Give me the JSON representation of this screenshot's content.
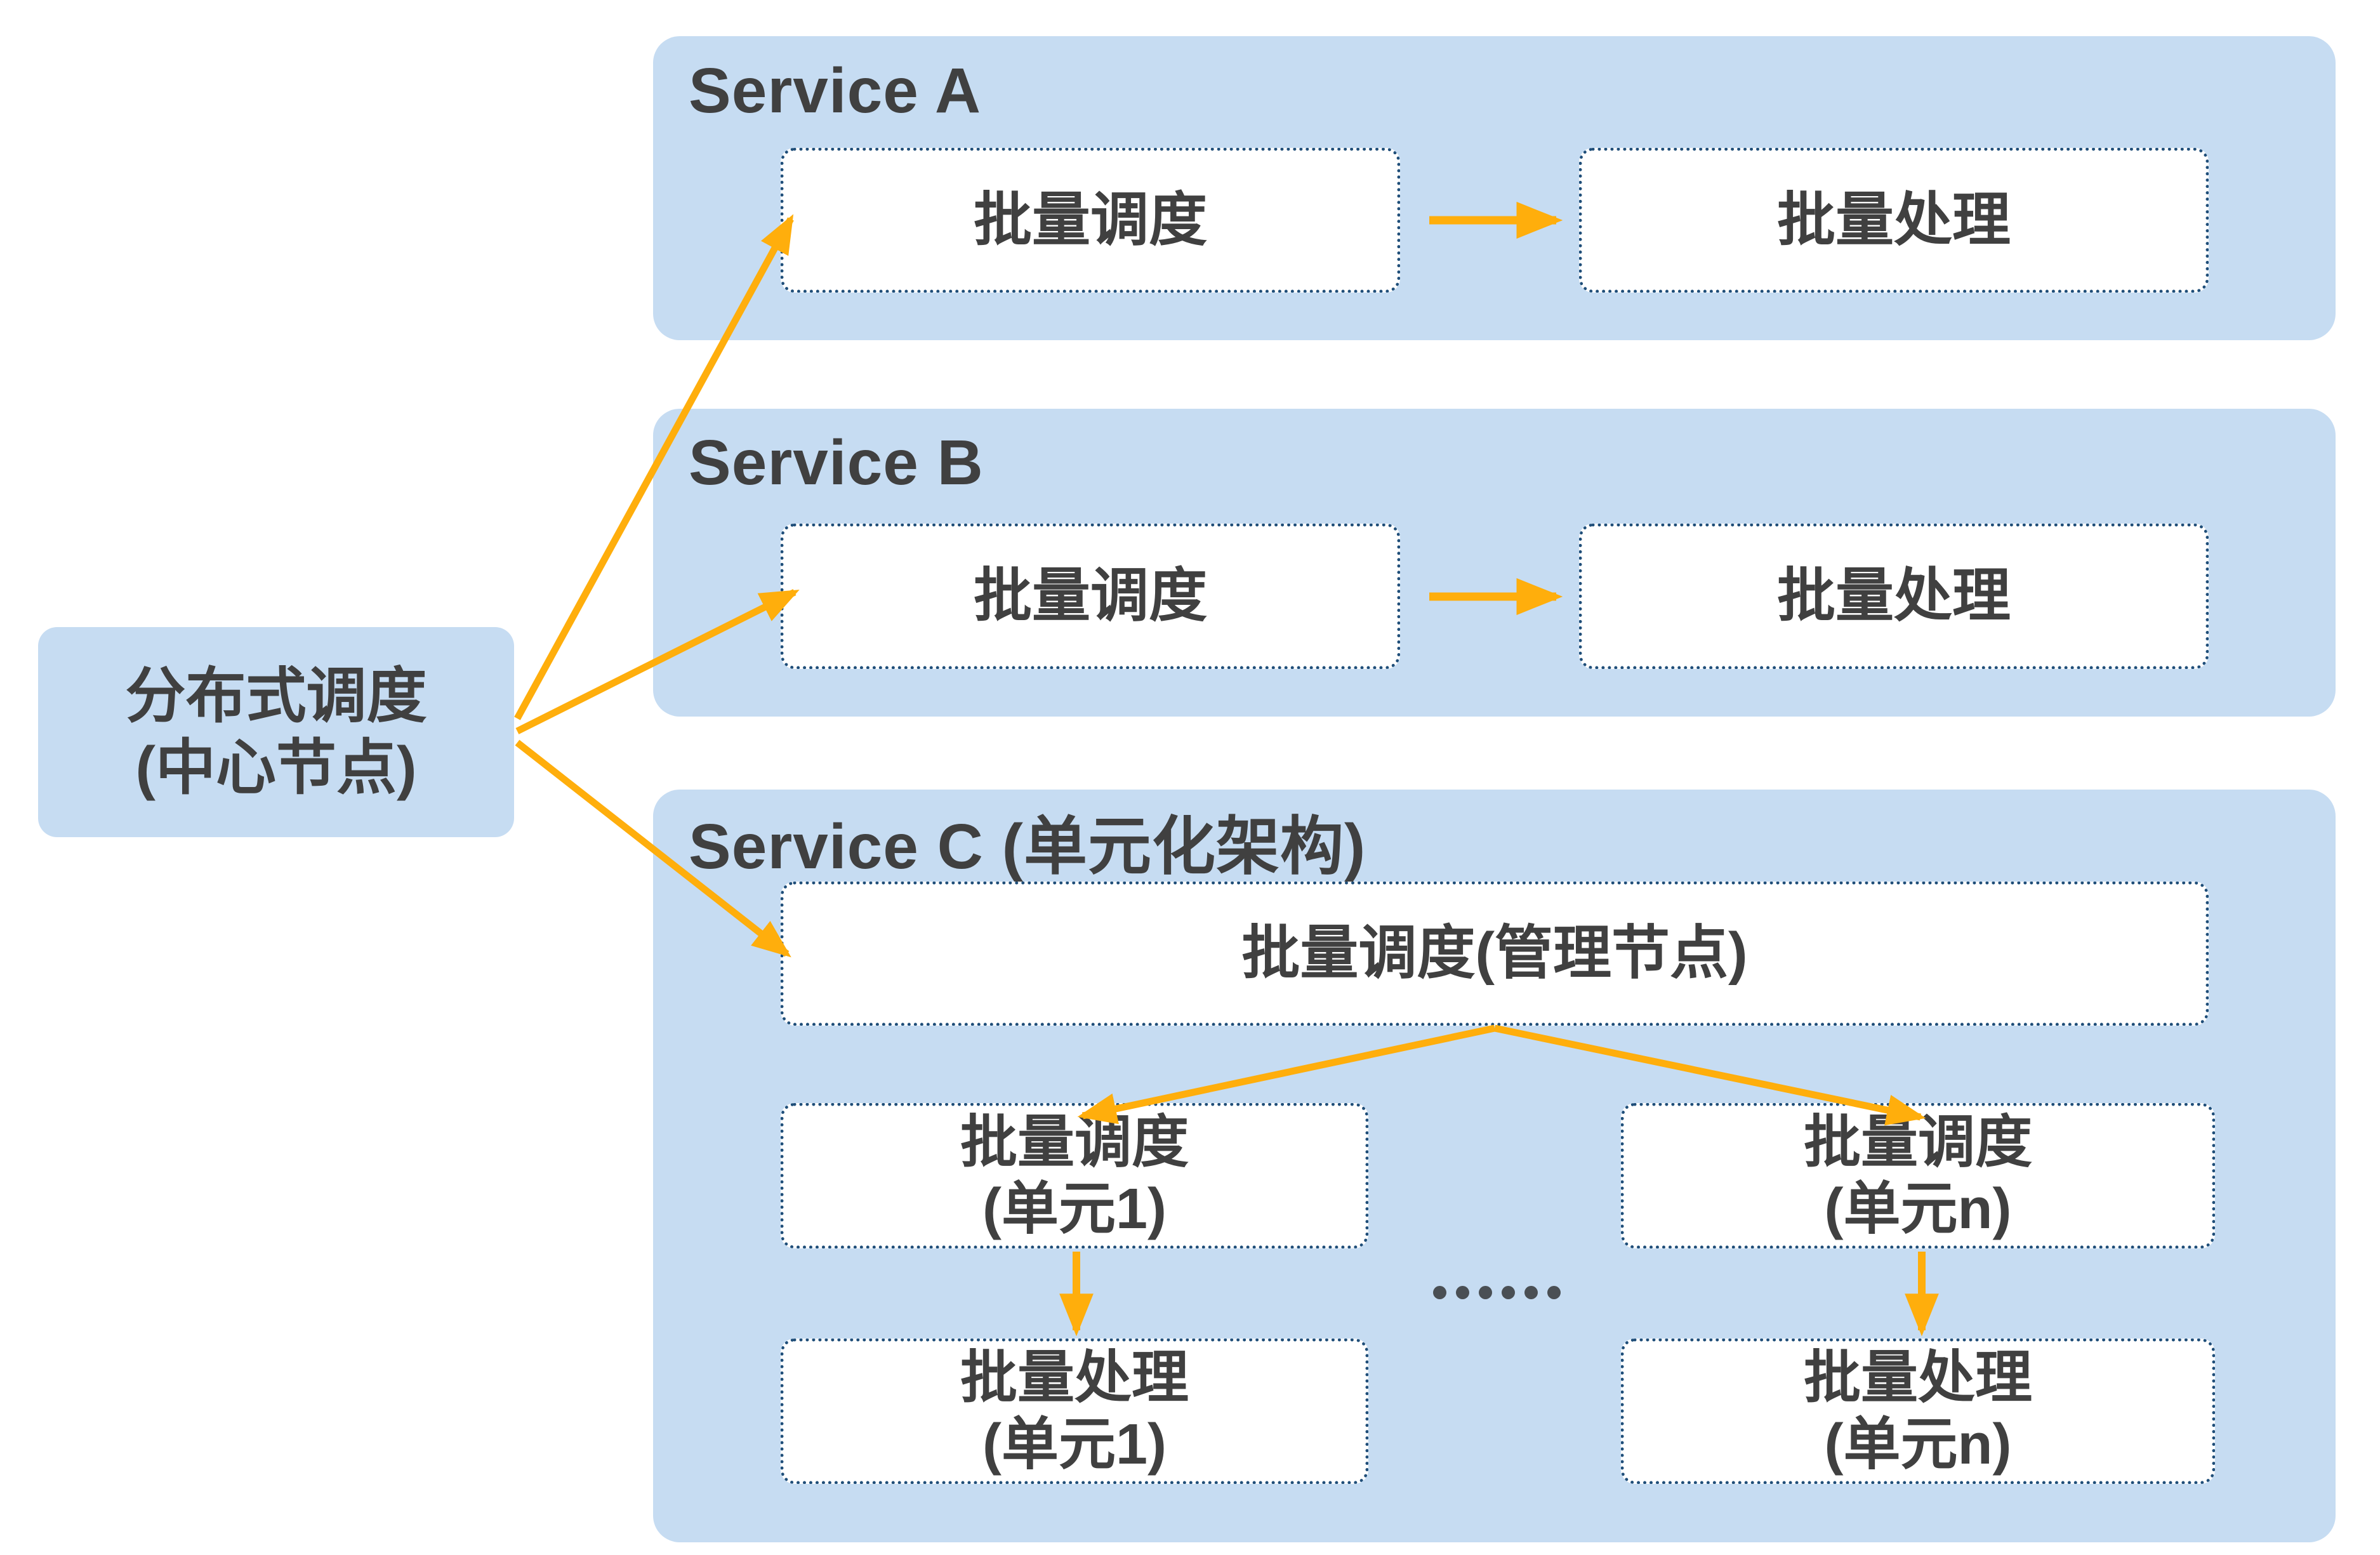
{
  "diagram": {
    "central_node": {
      "line1": "分布式调度",
      "line2": "(中心节点)"
    },
    "services": [
      {
        "title": "Service A",
        "scheduling_label": "批量调度",
        "processing_label": "批量处理"
      },
      {
        "title": "Service B",
        "scheduling_label": "批量调度",
        "processing_label": "批量处理"
      },
      {
        "title": "Service C (单元化架构)",
        "manager_label": "批量调度(管理节点)",
        "units": [
          {
            "scheduling_line1": "批量调度",
            "scheduling_line2": "(单元1)",
            "processing_line1": "批量处理",
            "processing_line2": "(单元1)"
          },
          {
            "scheduling_line1": "批量调度",
            "scheduling_line2": "(单元n)",
            "processing_line1": "批量处理",
            "processing_line2": "(单元n)"
          }
        ],
        "ellipsis_dot_count": 6
      }
    ],
    "palette": {
      "container_fill": "#C6DCF2",
      "box_fill": "#FFFFFF",
      "box_border": "#1F4E79",
      "text": "#404040",
      "arrow": "#FFAE0C"
    }
  }
}
